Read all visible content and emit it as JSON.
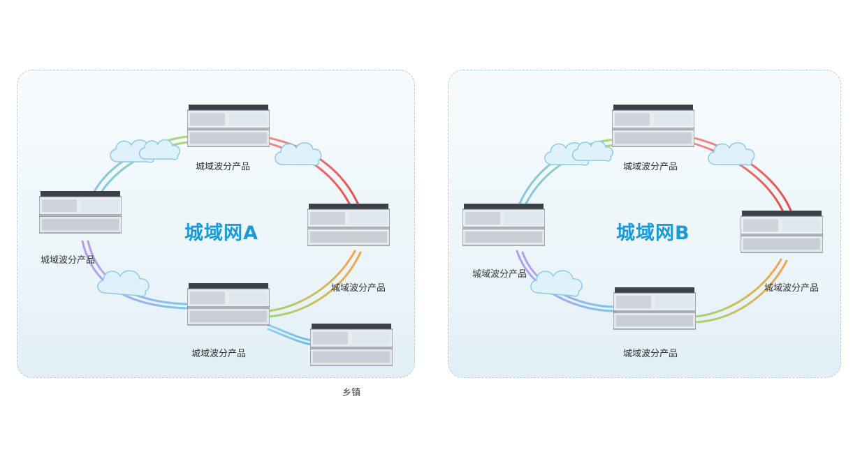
{
  "regions": {
    "a": {
      "title": "城域网A"
    },
    "b": {
      "title": "城域网B"
    }
  },
  "labels": {
    "a_top": "城域波分产品",
    "a_left": "城域波分产品",
    "a_right": "城域波分产品",
    "a_bottom": "城域波分产品",
    "township": "乡镇",
    "b_left": "城域波分产品",
    "b_top": "城域波分产品",
    "b_right": "城域波分产品",
    "b_bottom": "城域波分产品"
  },
  "colors": {
    "accent": "#1b9ad6",
    "link_blue": "#7ec8ec",
    "link_green": "#a7d96a",
    "link_red": "#ef5b5b",
    "link_orange": "#f5a34c",
    "link_purple": "#b59cf0",
    "cloud": "#dff1fb",
    "device_dark": "#3c4148"
  },
  "icons": [
    "wdm-device-icon",
    "cloud-icon"
  ]
}
